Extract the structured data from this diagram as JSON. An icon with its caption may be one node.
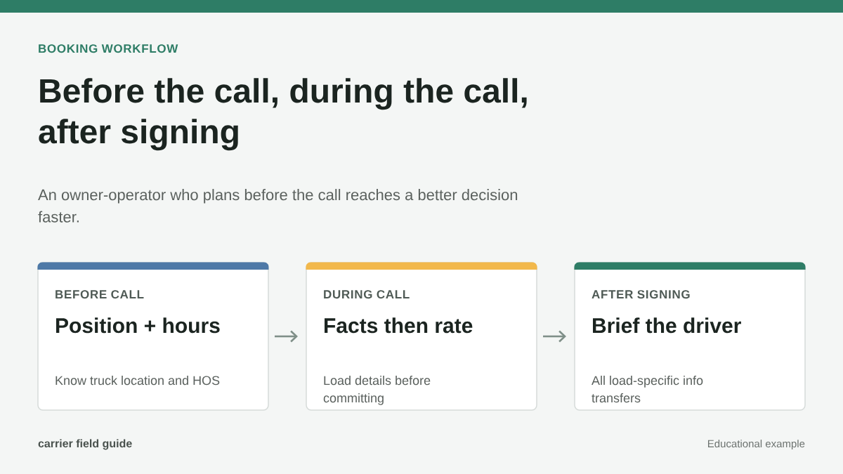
{
  "diagram": {
    "title": "Before the call, during the call, after signing",
    "nodes": [
      {
        "text": [],
        "shape": "bar"
      },
      {
        "text": [
          "BEFORE CALL",
          "Position + hours",
          "Know truck location and HOS"
        ]
      },
      {
        "text": [
          "DURING CALL",
          "Facts then rate",
          "Load details before committing"
        ]
      },
      {
        "text": [
          "AFTER SIGNING",
          "Brief the driver",
          "All load-specific info transfers"
        ]
      }
    ],
    "edges": [
      {
        "from": 1,
        "to": 2,
        "arrow": "to"
      },
      {
        "from": 2,
        "to": 3,
        "arrow": "to"
      }
    ],
    "labels": [
      "BOOKING WORKFLOW",
      "An owner-operator who plans before the call reaches a better decision faster.",
      "carrier field guide",
      "Educational example"
    ]
  }
}
